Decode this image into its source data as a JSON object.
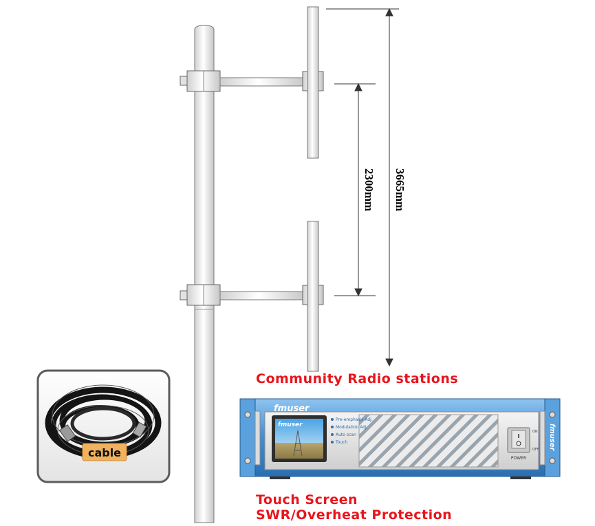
{
  "dimensions": {
    "inner_spacing": "2300mm",
    "total_height": "3665mm"
  },
  "captions": {
    "community": "Community Radio stations",
    "touch": "Touch Screen",
    "protection": "SWR/Overheat Protection"
  },
  "cable_label": "cable",
  "transmitter": {
    "brand": "fmuser",
    "side_brand": "fmuser",
    "feature_items": [
      "Pre-emphasis Adj.",
      "Modulation Adj.",
      "Auto scan",
      "Touch"
    ],
    "switch_on": "ON",
    "switch_off": "OFF",
    "power_label": "POWER"
  },
  "colors": {
    "caption_red": "#e8141c",
    "chassis_blue": "#3f8ed4",
    "mast_gray": "#e9e9e9",
    "cable_tag": "#f0b25e"
  }
}
